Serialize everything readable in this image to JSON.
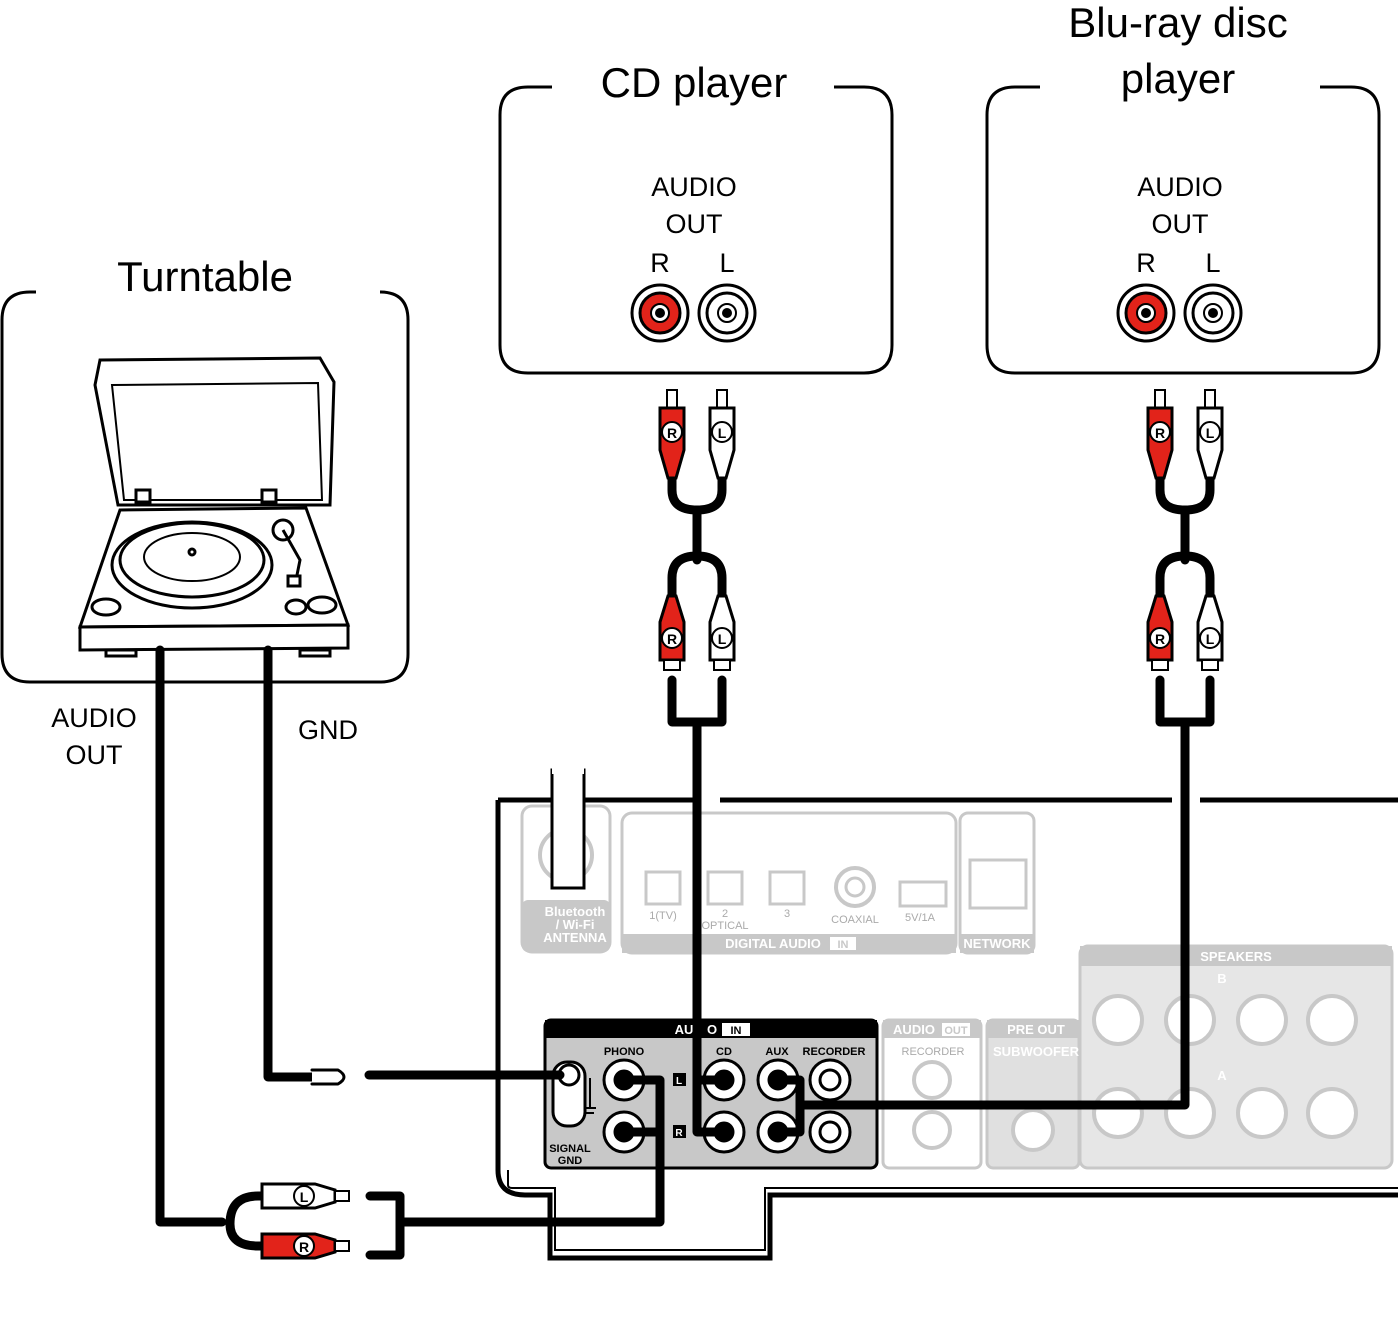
{
  "devices": {
    "turntable": {
      "title": "Turntable",
      "audio_out_1": "AUDIO",
      "audio_out_2": "OUT",
      "gnd": "GND"
    },
    "cd_player": {
      "title": "CD player",
      "audio_1": "AUDIO",
      "audio_2": "OUT",
      "r": "R",
      "l": "L"
    },
    "bluray": {
      "title_1": "Blu-ray disc",
      "title_2": "player",
      "audio_1": "AUDIO",
      "audio_2": "OUT",
      "r": "R",
      "l": "L"
    }
  },
  "plugs": {
    "r": "R",
    "l": "L"
  },
  "receiver": {
    "antenna_1": "Bluetooth",
    "antenna_2": "/ Wi-Fi",
    "antenna_3": "ANTENNA",
    "opt_1": "1(TV)",
    "opt_2": "2",
    "opt_2b": "OPTICAL",
    "opt_3": "3",
    "coaxial": "COAXIAL",
    "usb": "5V/1A",
    "digital_audio": "DIGITAL AUDIO",
    "digital_in": "IN",
    "network": "NETWORK",
    "audio_in_1": "AU",
    "audio_in_2": "O",
    "audio_in_badge": "IN",
    "phono": "PHONO",
    "cd": "CD",
    "aux": "AUX",
    "recorder": "RECORDER",
    "signal_1": "SIGNAL",
    "signal_2": "GND",
    "l_mark": "L",
    "r_mark": "R",
    "audio_out_hdr": "AUDIO",
    "audio_out_badge": "OUT",
    "recorder_out": "RECORDER",
    "pre_out": "PRE OUT",
    "subwoofer": "SUBWOOFER",
    "speakers": "SPEAKERS",
    "spk_b": "B",
    "spk_a": "A"
  },
  "colors": {
    "red": "#e2231a",
    "grey": "#c8c8c8",
    "black": "#000000"
  }
}
